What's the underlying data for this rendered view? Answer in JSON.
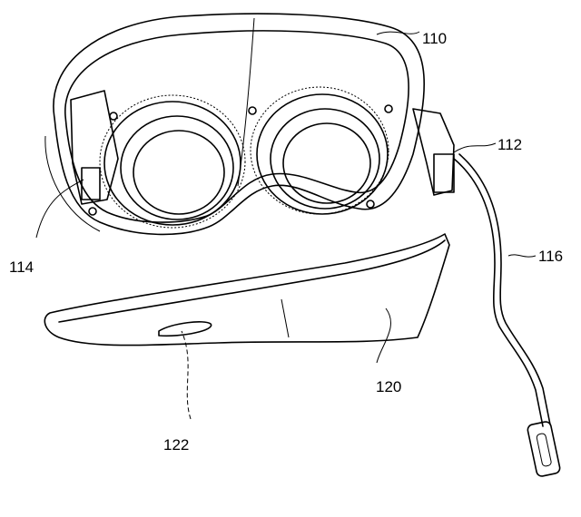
{
  "figure": {
    "labels": {
      "headset_body": "110",
      "connector_right": "112",
      "connector_left": "114",
      "cable": "116",
      "strap": "120",
      "strap_slot": "122"
    }
  }
}
